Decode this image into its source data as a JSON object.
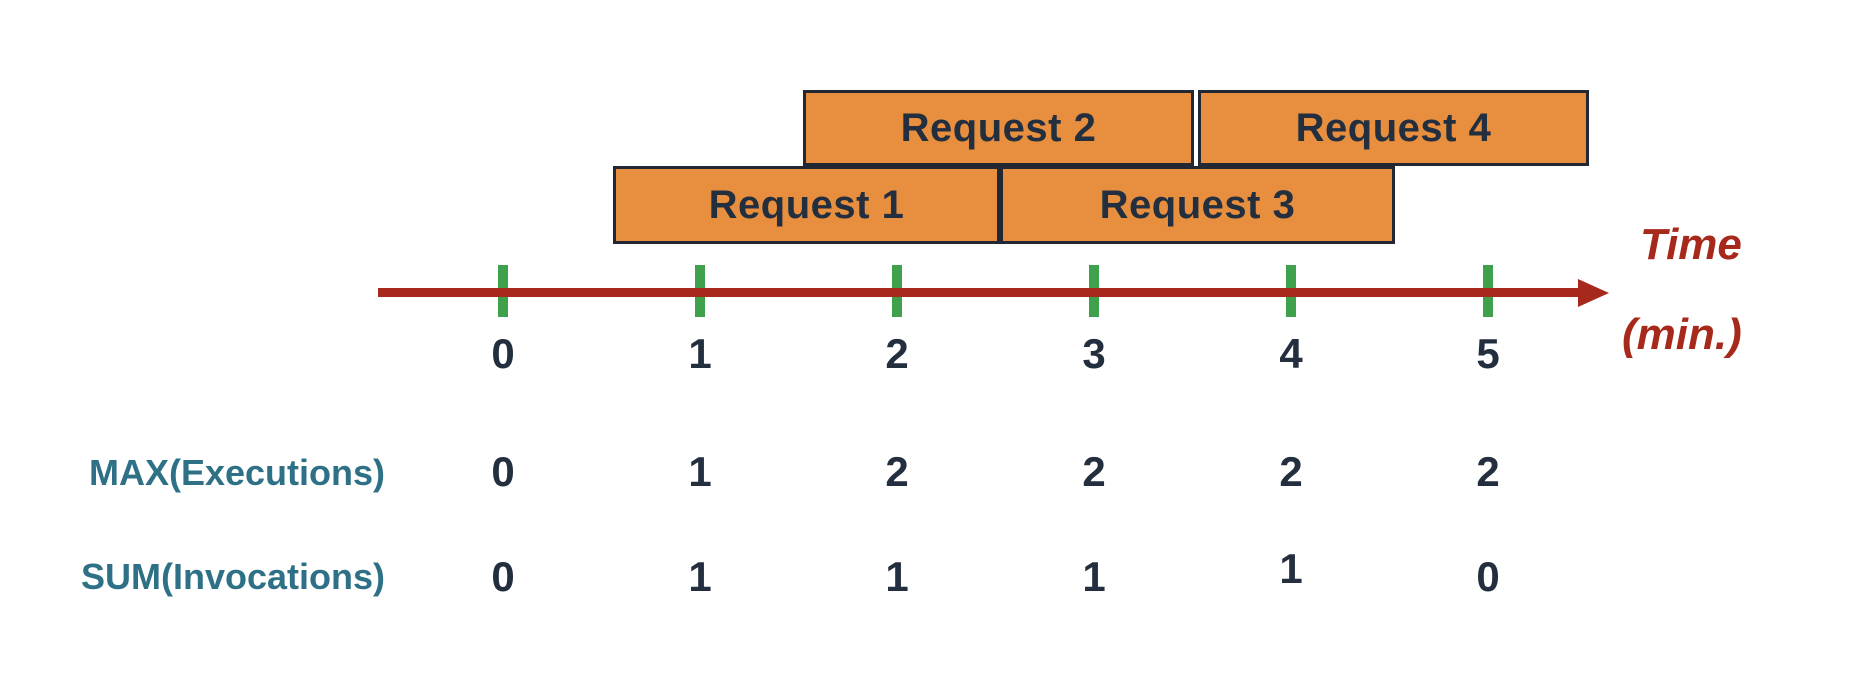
{
  "bars": [
    {
      "label": "Request 1"
    },
    {
      "label": "Request 2"
    },
    {
      "label": "Request 3"
    },
    {
      "label": "Request 4"
    }
  ],
  "axis": {
    "title": "Time",
    "unit": "(min.)",
    "ticks": [
      "0",
      "1",
      "2",
      "3",
      "4",
      "5"
    ]
  },
  "metrics": [
    {
      "label": "MAX(Executions)",
      "values": [
        "0",
        "1",
        "2",
        "2",
        "2",
        "2"
      ]
    },
    {
      "label": "SUM(Invocations)",
      "values": [
        "0",
        "1",
        "1",
        "1",
        "1",
        "0"
      ]
    }
  ],
  "colors": {
    "bar_fill": "#E78F3E",
    "bar_border": "#222833",
    "text_navy": "#232F3E",
    "axis_red": "#A6291B",
    "tick_green": "#3FA14C",
    "metric_teal": "#2E7187"
  },
  "chart_data": {
    "type": "timeline",
    "title": "Request executions over time",
    "xlabel": "Time (min.)",
    "x_ticks": [
      0,
      1,
      2,
      3,
      4,
      5
    ],
    "intervals": [
      {
        "name": "Request 1",
        "start_min": 0.55,
        "end_min": 2.5,
        "lane": "bottom"
      },
      {
        "name": "Request 2",
        "start_min": 1.5,
        "end_min": 3.5,
        "lane": "top"
      },
      {
        "name": "Request 3",
        "start_min": 2.5,
        "end_min": 4.5,
        "lane": "bottom"
      },
      {
        "name": "Request 4",
        "start_min": 3.55,
        "end_min": 5.5,
        "lane": "top"
      }
    ],
    "series": [
      {
        "name": "MAX(Executions)",
        "x": [
          0,
          1,
          2,
          3,
          4,
          5
        ],
        "values": [
          0,
          1,
          2,
          2,
          2,
          2
        ]
      },
      {
        "name": "SUM(Invocations)",
        "x": [
          0,
          1,
          2,
          3,
          4,
          5
        ],
        "values": [
          0,
          1,
          1,
          1,
          1,
          0
        ]
      }
    ]
  }
}
